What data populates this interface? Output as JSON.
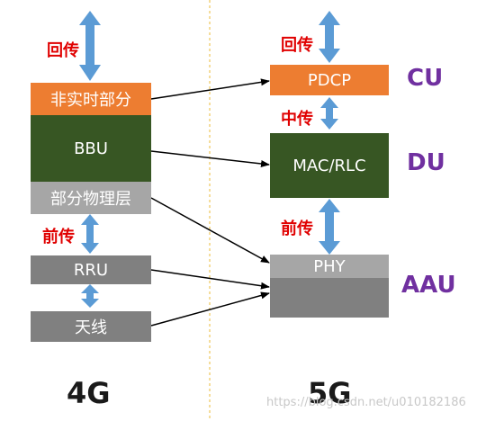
{
  "left": {
    "label_backhaul": "回传",
    "non_realtime": "非实时部分",
    "bbu": "BBU",
    "partial_phy": "部分物理层",
    "label_fronthaul": "前传",
    "rru": "RRU",
    "antenna": "天线",
    "generation": "4G"
  },
  "right": {
    "label_backhaul": "回传",
    "pdcp": "PDCP",
    "label_midhaul": "中传",
    "mac_rlc": "MAC/RLC",
    "label_fronthaul": "前传",
    "phy": "PHY",
    "generation": "5G"
  },
  "tags": {
    "cu": "CU",
    "du": "DU",
    "aau": "AAU"
  },
  "watermark": "https://blog.csdn.net/u010182186",
  "colors": {
    "orange": "#ed7d31",
    "green": "#375623",
    "light_gray": "#a6a6a6",
    "dark_gray": "#808080",
    "blue_arrow": "#5b9bd5",
    "red_label": "#e00000",
    "purple_tag": "#7030a0",
    "divider": "#f2d27a"
  }
}
